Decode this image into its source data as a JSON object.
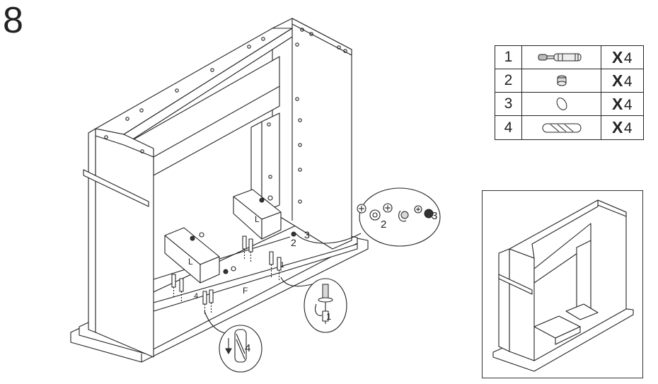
{
  "step": {
    "number": "8"
  },
  "parts": [
    {
      "no": "1",
      "icon": "cam-bolt-icon",
      "times": "X",
      "qty": "4"
    },
    {
      "no": "2",
      "icon": "cam-lock-icon",
      "times": "X",
      "qty": "4"
    },
    {
      "no": "3",
      "icon": "cap-cover-icon",
      "times": "X",
      "qty": "4"
    },
    {
      "no": "4",
      "icon": "wooden-dowel-icon",
      "times": "X",
      "qty": "4"
    }
  ],
  "panel_labels": {
    "left_shelf": "L",
    "right_shelf": "L",
    "floor": "F"
  },
  "callouts": {
    "bolt": "1",
    "cam": "2",
    "cap": "3",
    "dowel": "4"
  }
}
